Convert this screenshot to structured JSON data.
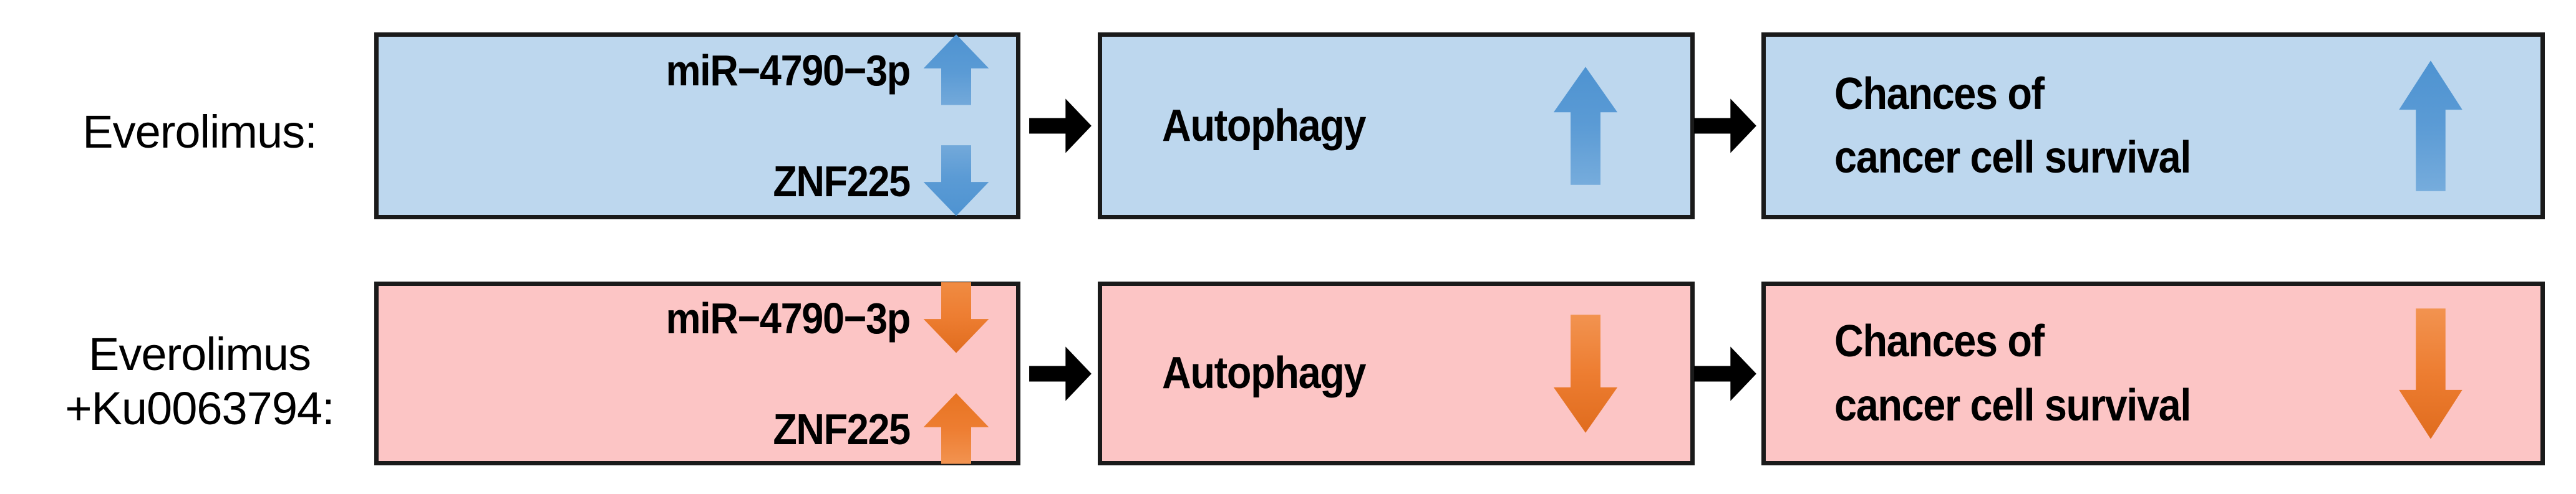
{
  "figure": {
    "type": "flow-diagram",
    "background_color": "#ffffff",
    "palette": {
      "blue_box_fill": "#bdd7ee",
      "pink_box_fill": "#fcc5c5",
      "box_border": "#1a1a1a",
      "blue_arrow": "#5b9bd5",
      "blue_arrow_dark": "#3f83c4",
      "orange_arrow": "#ed7d31",
      "orange_arrow_dark": "#dd6b1a",
      "connector_arrow": "#000000",
      "text_color": "#000000"
    }
  },
  "rows": [
    {
      "id": "everolimus",
      "label": "Everolimus:",
      "scheme": "blue",
      "box_fill": "#bdd7ee",
      "arrow_color": "#5b9bd5",
      "genes": [
        {
          "name": "miR−4790−3p",
          "direction": "up"
        },
        {
          "name": "ZNF225",
          "direction": "down"
        }
      ],
      "process": {
        "label": "Autophagy",
        "direction": "up"
      },
      "outcome": {
        "label": "Chances of\ncancer cell survival",
        "direction": "up"
      },
      "connector_1": "right-arrow",
      "connector_2": "right-arrow"
    },
    {
      "id": "everolimus-ku0063794",
      "label": "Everolimus\n+Ku0063794:",
      "scheme": "pink",
      "box_fill": "#fcc5c5",
      "arrow_color": "#ed7d31",
      "genes": [
        {
          "name": "miR−4790−3p",
          "direction": "down"
        },
        {
          "name": "ZNF225",
          "direction": "up"
        }
      ],
      "process": {
        "label": "Autophagy",
        "direction": "down"
      },
      "outcome": {
        "label": "Chances of\ncancer cell survival",
        "direction": "down"
      },
      "connector_1": "right-arrow",
      "connector_2": "right-arrow"
    }
  ]
}
